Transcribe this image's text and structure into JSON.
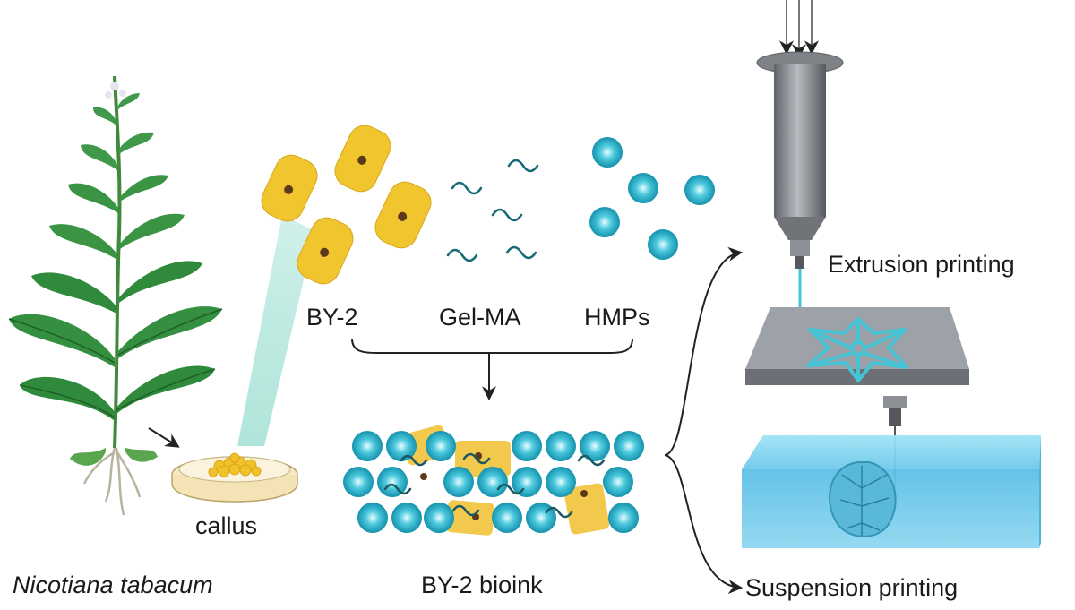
{
  "labels": {
    "species": "Nicotiana tabacum",
    "callus": "callus",
    "by2": "BY-2",
    "gelma": "Gel-MA",
    "hmps": "HMPs",
    "bioink": "BY-2 bioink",
    "extrusion": "Extrusion printing",
    "suspension": "Suspension printing"
  },
  "colors": {
    "leaf": "#2f8a3c",
    "leaf_dark": "#1f5f28",
    "cell": "#f0c52e",
    "cell_nucleus": "#5a3a1a",
    "gelma_fiber": "#176a78",
    "hmp": "#1fa9c4",
    "hmp_light": "#bff2fa",
    "syringe": "#8a8e93",
    "plate": "#9499a0",
    "print_trace": "#45c4d6",
    "bath": "#7fd3ee",
    "arrow": "#222222"
  },
  "icons": [
    "tobacco-plant-icon",
    "petri-dish-icon",
    "bioink-icon",
    "syringe-icon",
    "star-print-icon",
    "suspension-bath-icon"
  ]
}
